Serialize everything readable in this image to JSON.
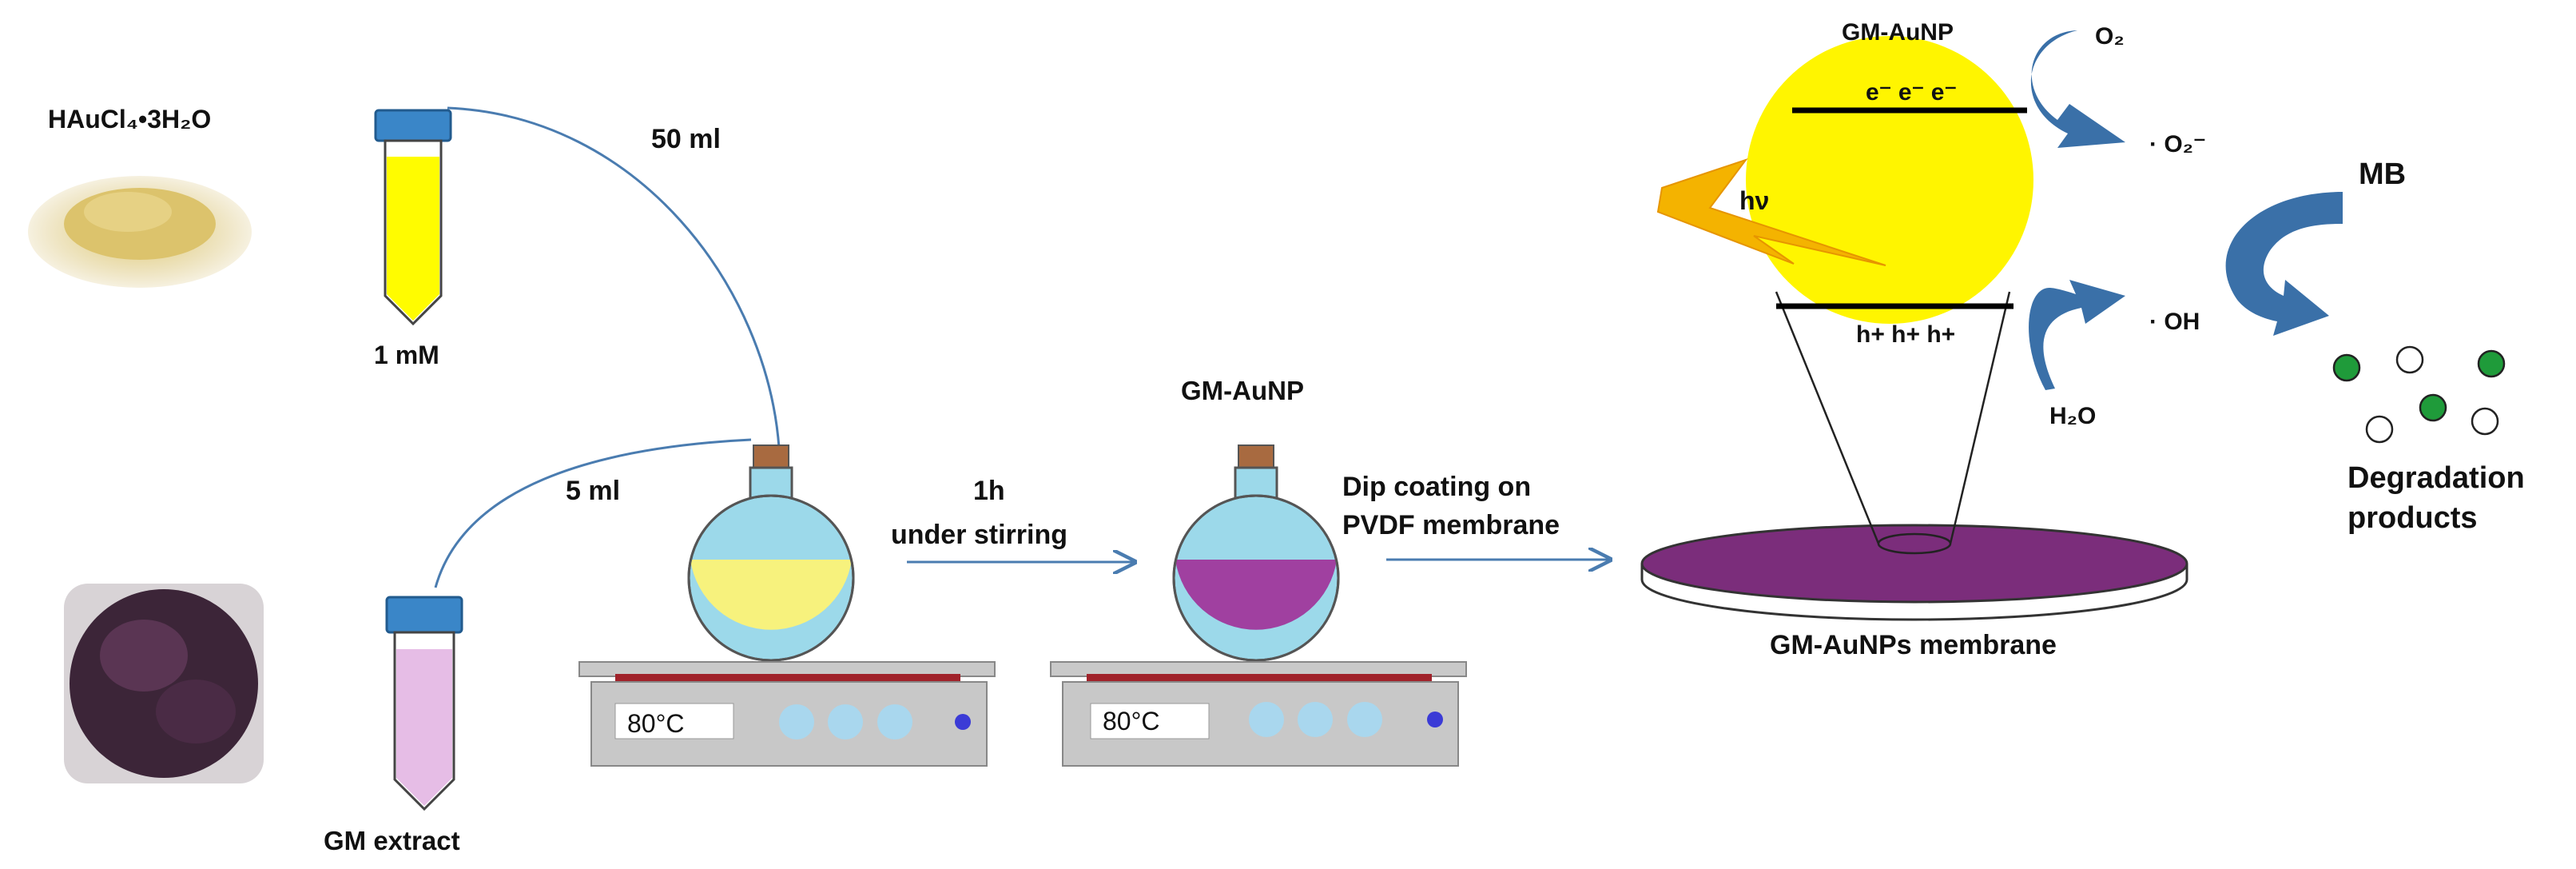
{
  "reagents": {
    "gold_salt": "HAuCl₄•3H₂O",
    "gold_conc": "1 mM",
    "extract": "GM extract"
  },
  "volumes": {
    "gold": "50 ml",
    "extract": "5 ml"
  },
  "step1": {
    "line1": "1h",
    "line2": "under stirring"
  },
  "product_label": "GM-AuNP",
  "step2": {
    "line1": "Dip coating on",
    "line2": "PVDF membrane"
  },
  "hotplates": {
    "temp1": "80°C",
    "temp2": "80°C"
  },
  "membrane_label": "GM-AuNPs membrane",
  "particle": {
    "title": "GM-AuNP",
    "electrons": "e⁻ e⁻ e⁻",
    "holes": "h+ h+ h+",
    "light": "hν"
  },
  "species": {
    "o2": "O₂",
    "superoxide": "· O₂⁻",
    "hydroxyl": "· OH",
    "water": "H₂O"
  },
  "dye": {
    "name": "MB",
    "products_line1": "Degradation",
    "products_line2": "products"
  },
  "colors": {
    "gold_solution": "#fffc00",
    "extract_solution": "#e6bde6",
    "flask_neck": "#9cd9ea",
    "flask_mix": "#f7f27d",
    "flask_product": "#a040a0",
    "membrane": "#7b2d7b",
    "particle": "#fff500",
    "arrow_blue": "#3a70a8",
    "green_dot": "#1f9b3a"
  }
}
